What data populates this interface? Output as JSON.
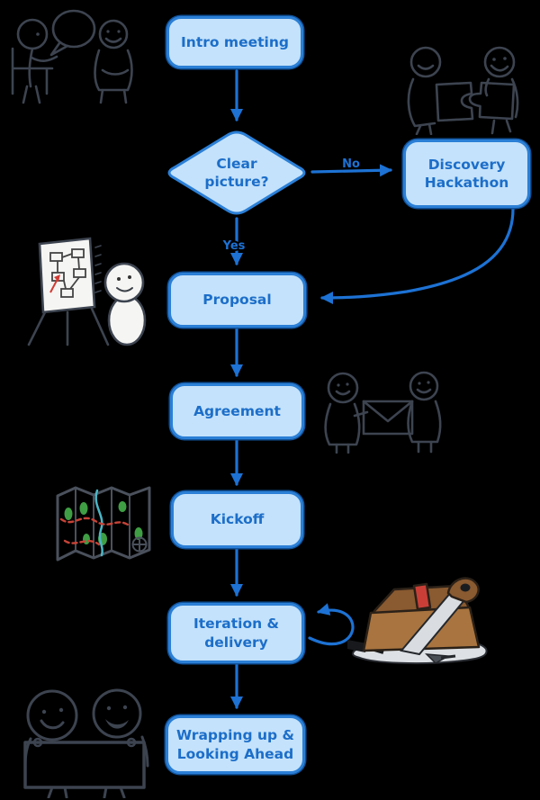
{
  "title": "Engagement process flowchart",
  "colors": {
    "node_fill": "#c4e2fb",
    "node_border": "#2b7fd6",
    "node_border_dark": "#11529a",
    "node_text": "#1c6ec9",
    "arrow": "#1d72d4",
    "sketch_stroke": "#3d4450",
    "map_green": "#3f9e44",
    "map_red": "#c64337",
    "map_teal": "#4ab6c6",
    "toolbox_brown": "#a9743f",
    "toolbox_brown_dark": "#8a5a30",
    "toolbox_red": "#c93f37",
    "saw_gray": "#d9dde1",
    "flipchart_arrow_red": "#d23b33"
  },
  "nodes": {
    "intro": {
      "label": "Intro meeting"
    },
    "decision": {
      "label": "Clear picture?"
    },
    "discovery": {
      "label": "Discovery Hackathon"
    },
    "proposal": {
      "label": "Proposal"
    },
    "agreement": {
      "label": "Agreement"
    },
    "kickoff": {
      "label": "Kickoff"
    },
    "iteration": {
      "label": "Iteration & delivery"
    },
    "wrapup": {
      "label": "Wrapping up & Looking Ahead"
    }
  },
  "edge_labels": {
    "no": "No",
    "yes": "Yes"
  },
  "illustrations": {
    "chat": "two-people-talking",
    "puzzle": "two-people-joining-puzzle-pieces",
    "flipchart": "person-presenting-flipchart",
    "envelope": "two-people-exchanging-envelope",
    "map": "folded-route-map",
    "toolbox": "toolbox-with-saw",
    "table": "two-people-holding-banner"
  }
}
